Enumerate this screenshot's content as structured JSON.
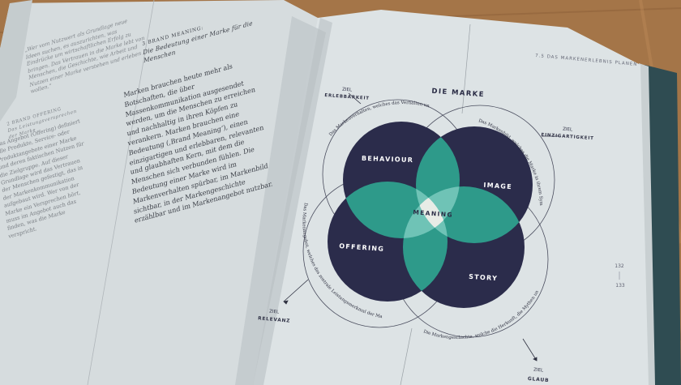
{
  "book": {
    "running_head": "7.5   DAS MARKENERLEBNIS PLANEN",
    "page_numbers": [
      "132",
      "133"
    ]
  },
  "left_page": {
    "side_note": "„Wer vom Nutzwert als Grundlage neue Ideen suchen, es auszurichten, was Eindrücke um wirtschaftlichen Erfolg zu bringen. Das Vertrauen in die Marke lebt von Menschen, die Geschichte, wie Arbeit und Nutzen einer Marke verstehen und erleben wollen.“",
    "offering_heading": "2 BRAND OFFERING",
    "offering_subheading": "Das Leistungsversprechen der Marke",
    "offering_body": "Das Angebot (Offering) definiert alle Produkte, Service- oder Produktangebote einer Marke und deren faktischen Nutzen für die Zielgruppe. Auf dieser Grundlage wird das Vertrauen der Menschen gefestigt, das in der Markenkommunikation aufgebaut wird. Wer von der Marke ein Versprechen hört, muss im Angebot auch das finden, was die Marke verspricht.",
    "meaning_heading": "3 BRAND MEANING:",
    "meaning_subheading": "Die Bedeutung einer Marke für die Menschen",
    "meaning_body": "Marken brauchen heute mehr als Botschaften, die über Massenkommunikation ausgesendet werden, um die Menschen zu erreichen und nachhaltig in ihren Köpfen zu verankern. Marken brauchen eine Bedeutung (‚Brand Meaning‘), einen einzigartigen und erlebbaren, relevanten und glaubhaften Kern, mit dem die Menschen sich verbunden fühlen. Die Bedeutung einer Marke wird im Markenverhalten spürbar, im Markenbild sichtbar, in der Markengeschichte erzählbar und im Markenangebot nutzbar."
  },
  "diagram": {
    "title": "DIE MARKE",
    "center_label": "MEANING",
    "petals": [
      {
        "name": "behaviour",
        "label": "BEHAVIOUR"
      },
      {
        "name": "image",
        "label": "IMAGE"
      },
      {
        "name": "offering",
        "label": "OFFERING"
      },
      {
        "name": "story",
        "label": "STORY"
      }
    ],
    "goals": [
      {
        "prefix": "ZIEL",
        "label": "ERLEBBARKEIT"
      },
      {
        "prefix": "ZIEL",
        "label": "EINZIGARTIGKEIT"
      },
      {
        "prefix": "ZIEL",
        "label": "RELEVANZ"
      },
      {
        "prefix": "ZIEL",
        "label": "GLAUB"
      }
    ],
    "descriptions": {
      "behaviour": "Das Markenverhalten, welches das Verhalten und damit den Charakter der Marke beschreibt.",
      "image": "Das Markenbild, welches die Marke in ihrem Symbolcharakter, ihrer Ästhetik und Bildsprache beschreibt.",
      "offering": "Das Markenangebot, welches das zentrale Leistungsmerkmal der Marke definiert und damit den faktischen Nutzen für die Menschen.",
      "story": "Die Markengeschichte, welche die Herkunft, die Mythen und Legenden der Marke erzählt."
    },
    "colors": {
      "navy": "#2b2c4b",
      "teal": "#2e9a8a",
      "light_teal": "#6fc3b6",
      "center": "#e8ece6",
      "page": "#d9e0e3"
    }
  }
}
